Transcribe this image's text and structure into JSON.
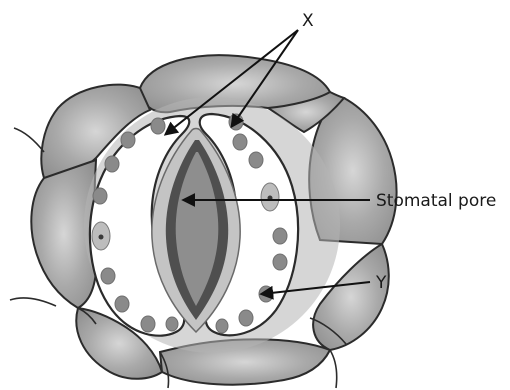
{
  "labels": {
    "x": "X",
    "pore": "Stomatal pore",
    "y": "Y"
  },
  "colors": {
    "outline": "#2b2b2b",
    "epidermal_cell": "#9e9e9e",
    "epidermal_cell_light": "#c8c8c8",
    "guard_cell": "#ffffff",
    "chloroplast": "#8a8a8a",
    "pore_dark": "#5a5a5a",
    "pore_mid": "#9a9a9a",
    "pore_light": "#c4c4c4"
  }
}
